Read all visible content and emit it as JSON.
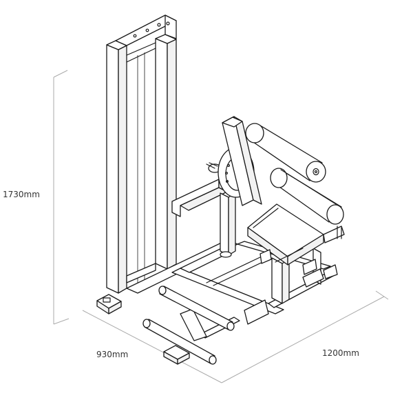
{
  "dimensions": {
    "height": "1730mm",
    "width": "930mm",
    "depth": "1200mm"
  },
  "colors": {
    "line": "#1a1a1a",
    "dimension_line": "#aaaaaa",
    "label": "#333333",
    "background": "#ffffff"
  }
}
